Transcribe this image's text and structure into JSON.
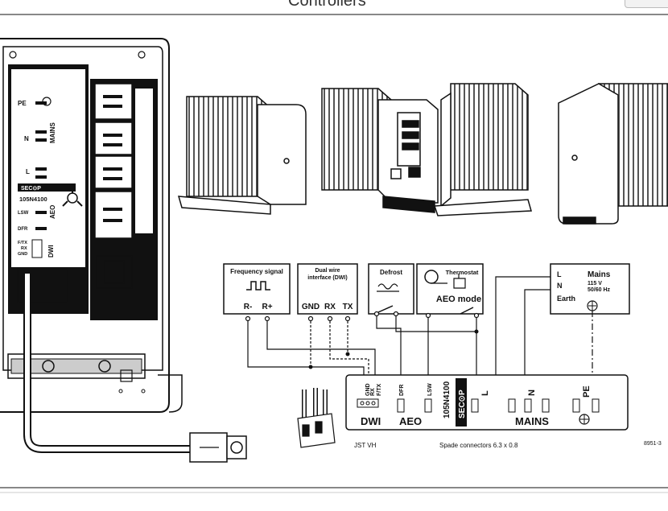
{
  "header": {
    "title": "Controllers"
  },
  "controller_face": {
    "pe": "PE",
    "n": "N",
    "mains": "MAINS",
    "l": "L",
    "brand": "SEC⊙P",
    "part": "105N4100",
    "lsw": "LSW",
    "aeo": "AEO",
    "dfr": "DFR",
    "ftx": "F/TX",
    "rx": "RX",
    "gnd": "GND",
    "dwi": "DWI"
  },
  "boxes": {
    "frequency": {
      "title": "Frequency signal",
      "r_minus": "R-",
      "r_plus": "R+"
    },
    "dwi": {
      "title_line1": "Dual wire",
      "title_line2": "interface (DWI)",
      "gnd": "GND",
      "rx": "RX",
      "tx": "TX"
    },
    "defrost": {
      "title": "Defrost"
    },
    "thermostat": {
      "title": "Thermostat",
      "mode": "AEO mode"
    },
    "mains": {
      "l": "L",
      "n": "N",
      "earth": "Earth",
      "title": "Mains",
      "voltage": "115 V",
      "freq": "50/60 Hz"
    }
  },
  "terminal_strip": {
    "gnd": "GND",
    "rx": "RX",
    "ftx": "F/TX",
    "dfr": "DFR",
    "lsw": "LSW",
    "part": "105N4100",
    "brand": "SEC⊙P",
    "l": "L",
    "n": "N",
    "pe": "PE",
    "dwi": "DWI",
    "aeo": "AEO",
    "mains": "MAINS"
  },
  "captions": {
    "jst": "JST VH",
    "spade": "Spade connectors 6.3 x 0.8",
    "figure_id": "8951-3"
  },
  "colors": {
    "line": "#111111",
    "fill_dark": "#111111",
    "paper": "#ffffff",
    "fin": "#555555"
  }
}
